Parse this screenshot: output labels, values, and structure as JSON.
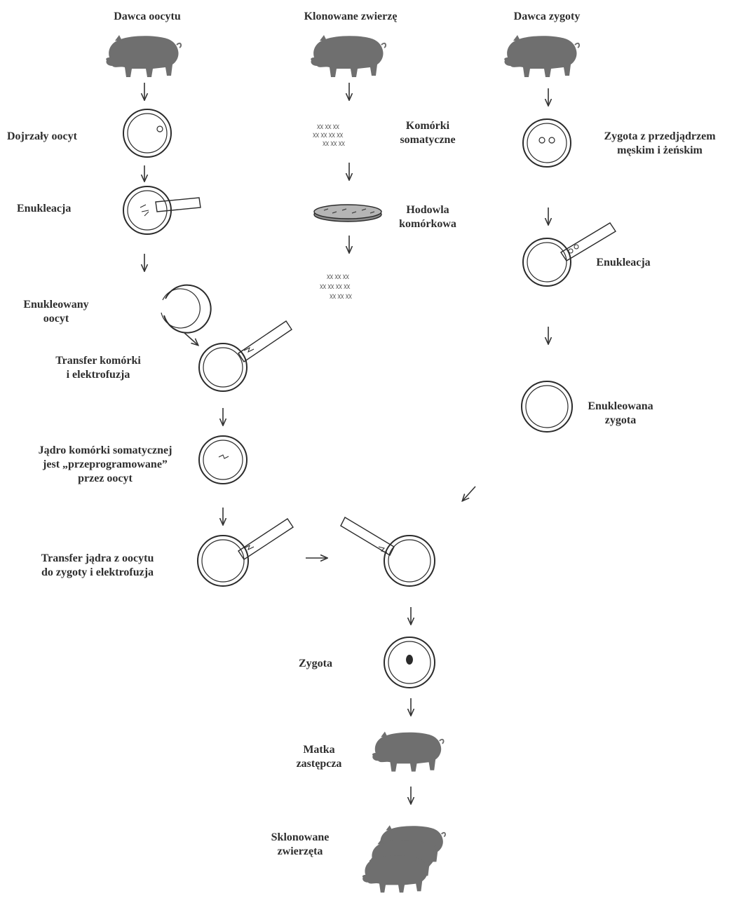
{
  "columns": {
    "oocyte_donor": "Dawca oocytu",
    "cloned_animal": "Klonowane zwierzę",
    "zygote_donor": "Dawca zygoty"
  },
  "labels": {
    "mature_oocyte": "Dojrzały oocyt",
    "enucleation_left": "Enukleacja",
    "enucleated_oocyte": "Enukleowany\noocyt",
    "cell_transfer": "Transfer komórki\ni elektrofuzja",
    "reprogrammed": "Jądro komórki somatycznej\njest „przeprogramowane”\nprzez oocyt",
    "nucleus_transfer": "Transfer jądra z oocytu\ndo zygoty i elektrofuzja",
    "somatic_cells": "Komórki\nsomatyczne",
    "cell_culture": "Hodowla\nkomórkowa",
    "zygote_pronuclei": "Zygota z przedjądrzem\nmęskim i żeńskim",
    "enucleation_right": "Enukleacja",
    "enucleated_zygote": "Enukleowana\nzygota",
    "zygote": "Zygota",
    "surrogate_mother": "Matka\nzastępcza",
    "cloned_animals": "Sklonowane\nzwierzęta"
  },
  "colors": {
    "ink": "#2b2b2b",
    "pig": "#6f6f6f",
    "background": "#ffffff"
  }
}
